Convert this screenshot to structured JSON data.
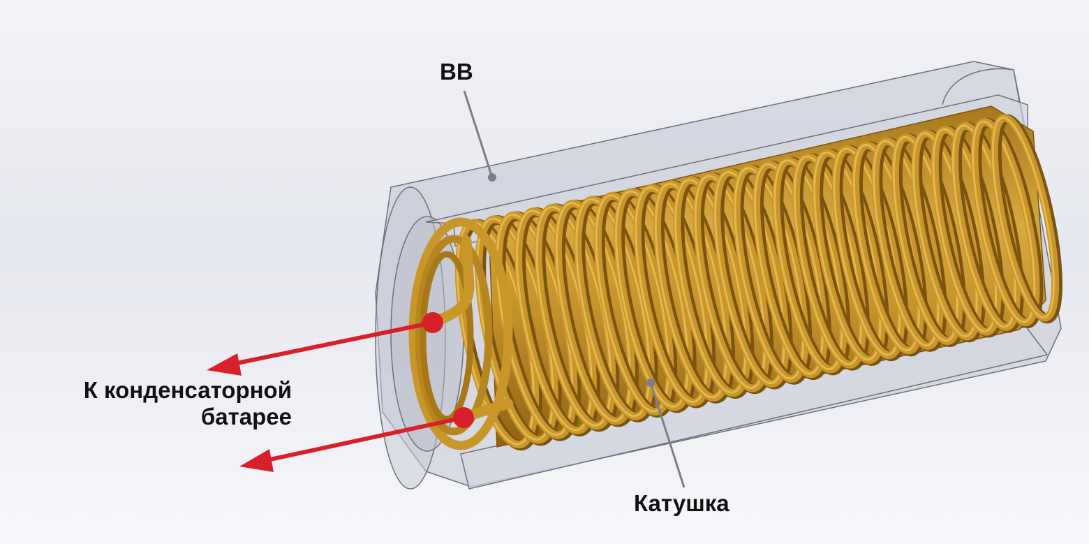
{
  "labels": {
    "explosive": "ВВ",
    "coil": "Катушка",
    "battery_line1": "К конденсаторной",
    "battery_line2": "батарее"
  },
  "colors": {
    "coil": "#c9962a",
    "coil_dark": "#7a5410",
    "coil_light": "#e8c25a",
    "arrow": "#d8202a",
    "leader": "#7d7f86",
    "shell_fill": "#c3c7d3",
    "shell_edge": "#6d7079"
  },
  "coil_turns": 28
}
